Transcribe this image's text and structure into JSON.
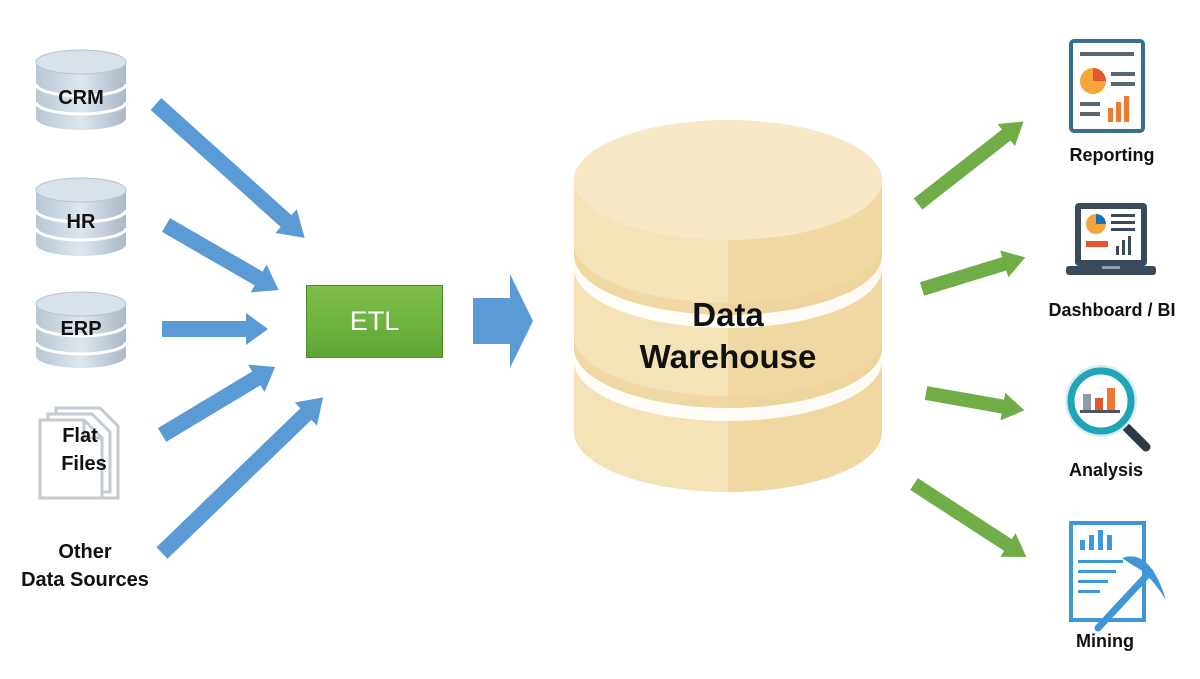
{
  "sources": [
    {
      "id": "crm",
      "label": "CRM",
      "icon": "database-icon"
    },
    {
      "id": "hr",
      "label": "HR",
      "icon": "database-icon"
    },
    {
      "id": "erp",
      "label": "ERP",
      "icon": "database-icon"
    },
    {
      "id": "flat",
      "label_line1": "Flat",
      "label_line2": "Files",
      "icon": "files-icon"
    },
    {
      "id": "other",
      "label_line1": "Other",
      "label_line2": "Data Sources"
    }
  ],
  "etl": {
    "label": "ETL"
  },
  "warehouse": {
    "line1": "Data",
    "line2": "Warehouse",
    "icon": "warehouse-database-icon"
  },
  "outputs": [
    {
      "id": "reporting",
      "label": "Reporting",
      "icon": "report-icon"
    },
    {
      "id": "dashboard",
      "label": "Dashboard / BI",
      "icon": "laptop-dashboard-icon"
    },
    {
      "id": "analysis",
      "label": "Analysis",
      "icon": "magnifier-chart-icon"
    },
    {
      "id": "mining",
      "label": "Mining",
      "icon": "pickaxe-document-icon"
    }
  ],
  "colors": {
    "input_arrow": "#5b9bd5",
    "output_arrow": "#70ad47",
    "etl_fill": "#70ad47",
    "warehouse_fill": "#f5e3b8"
  }
}
